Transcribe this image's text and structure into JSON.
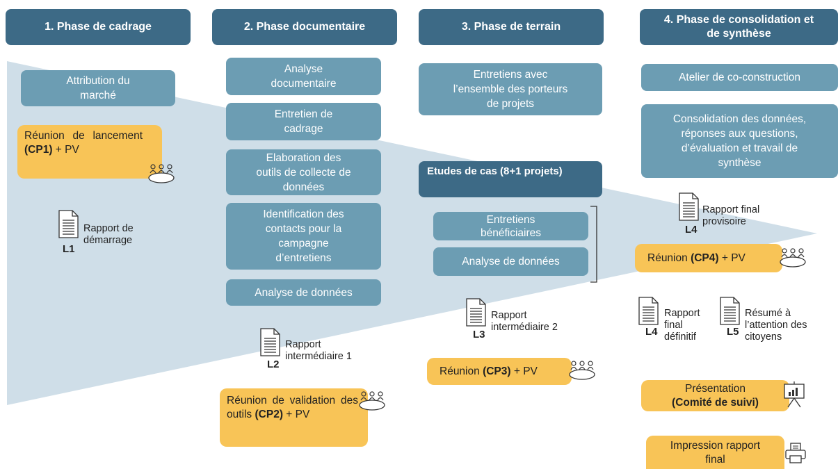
{
  "phases": {
    "p1": "1. Phase de cadrage",
    "p2": "2. Phase documentaire",
    "p3": "3. Phase de terrain",
    "p4_line1": "4. Phase de consolidation et",
    "p4_line2": "de synthèse"
  },
  "cadrage": {
    "attribution_line1": "Attribution du",
    "attribution_line2": "marché",
    "reunion_part1": "Réunion de lancement",
    "reunion_code": "(CP1)",
    "reunion_part2": "+ PV",
    "deliverable_code": "L1",
    "deliverable_line1": "Rapport de",
    "deliverable_line2": "démarrage"
  },
  "documentaire": {
    "box1_line1": "Analyse",
    "box1_line2": "documentaire",
    "box2_line1": "Entretien de",
    "box2_line2": "cadrage",
    "box3_line1": "Elaboration des",
    "box3_line2": "outils de collecte de",
    "box3_line3": "données",
    "box4_line1": "Identification des",
    "box4_line2": "contacts pour la",
    "box4_line3": "campagne",
    "box4_line4": "d’entretiens",
    "box5": "Analyse de données",
    "deliverable_code": "L2",
    "deliverable_line1": "Rapport",
    "deliverable_line2": "intermédiaire 1",
    "reunion_part1": "Réunion de validation des outils",
    "reunion_code": "(CP2)",
    "reunion_part2": "+ PV"
  },
  "terrain": {
    "box1_line1": "Entretiens avec",
    "box1_line2": "l’ensemble des  porteurs",
    "box1_line3": "de projets",
    "etudes": "Etudes de cas (8+1 projets)",
    "sub1_line1": "Entretiens",
    "sub1_line2": "bénéficiaires",
    "sub2": "Analyse de données",
    "deliverable_code": "L3",
    "deliverable_line1": "Rapport",
    "deliverable_line2": "intermédiaire 2",
    "reunion_part1": "Réunion",
    "reunion_code": "(CP3)",
    "reunion_part2": "+ PV"
  },
  "consolidation": {
    "atelier": "Atelier de co-construction",
    "box2_line1": "Consolidation des données,",
    "box2_line2": "réponses aux questions,",
    "box2_line3": "d’évaluation et travail de",
    "box2_line4": "synthèse",
    "l4a_code": "L4",
    "l4a_line1": "Rapport final",
    "l4a_line2": "provisoire",
    "reunion_part1": "Réunion",
    "reunion_code": "(CP4)",
    "reunion_part2": "+ PV",
    "l4b_code": "L4",
    "l4b_line1": "Rapport",
    "l4b_line2": "final",
    "l4b_line3": "définitif",
    "l5_code": "L5",
    "l5_line1": "Résumé à",
    "l5_line2": "l’attention des",
    "l5_line3": "citoyens",
    "presentation_line1": "Présentation",
    "presentation_line2": "(Comité de suivi)",
    "impression_line1": "Impression rapport",
    "impression_line2": "final"
  },
  "colors": {
    "phase_header": "#3d6a86",
    "activity_box": "#6c9db3",
    "meeting_box": "#f8c457",
    "funnel": "#cfdee8"
  },
  "icons": [
    "document-icon",
    "meeting-icon",
    "presentation-icon",
    "printer-icon"
  ]
}
